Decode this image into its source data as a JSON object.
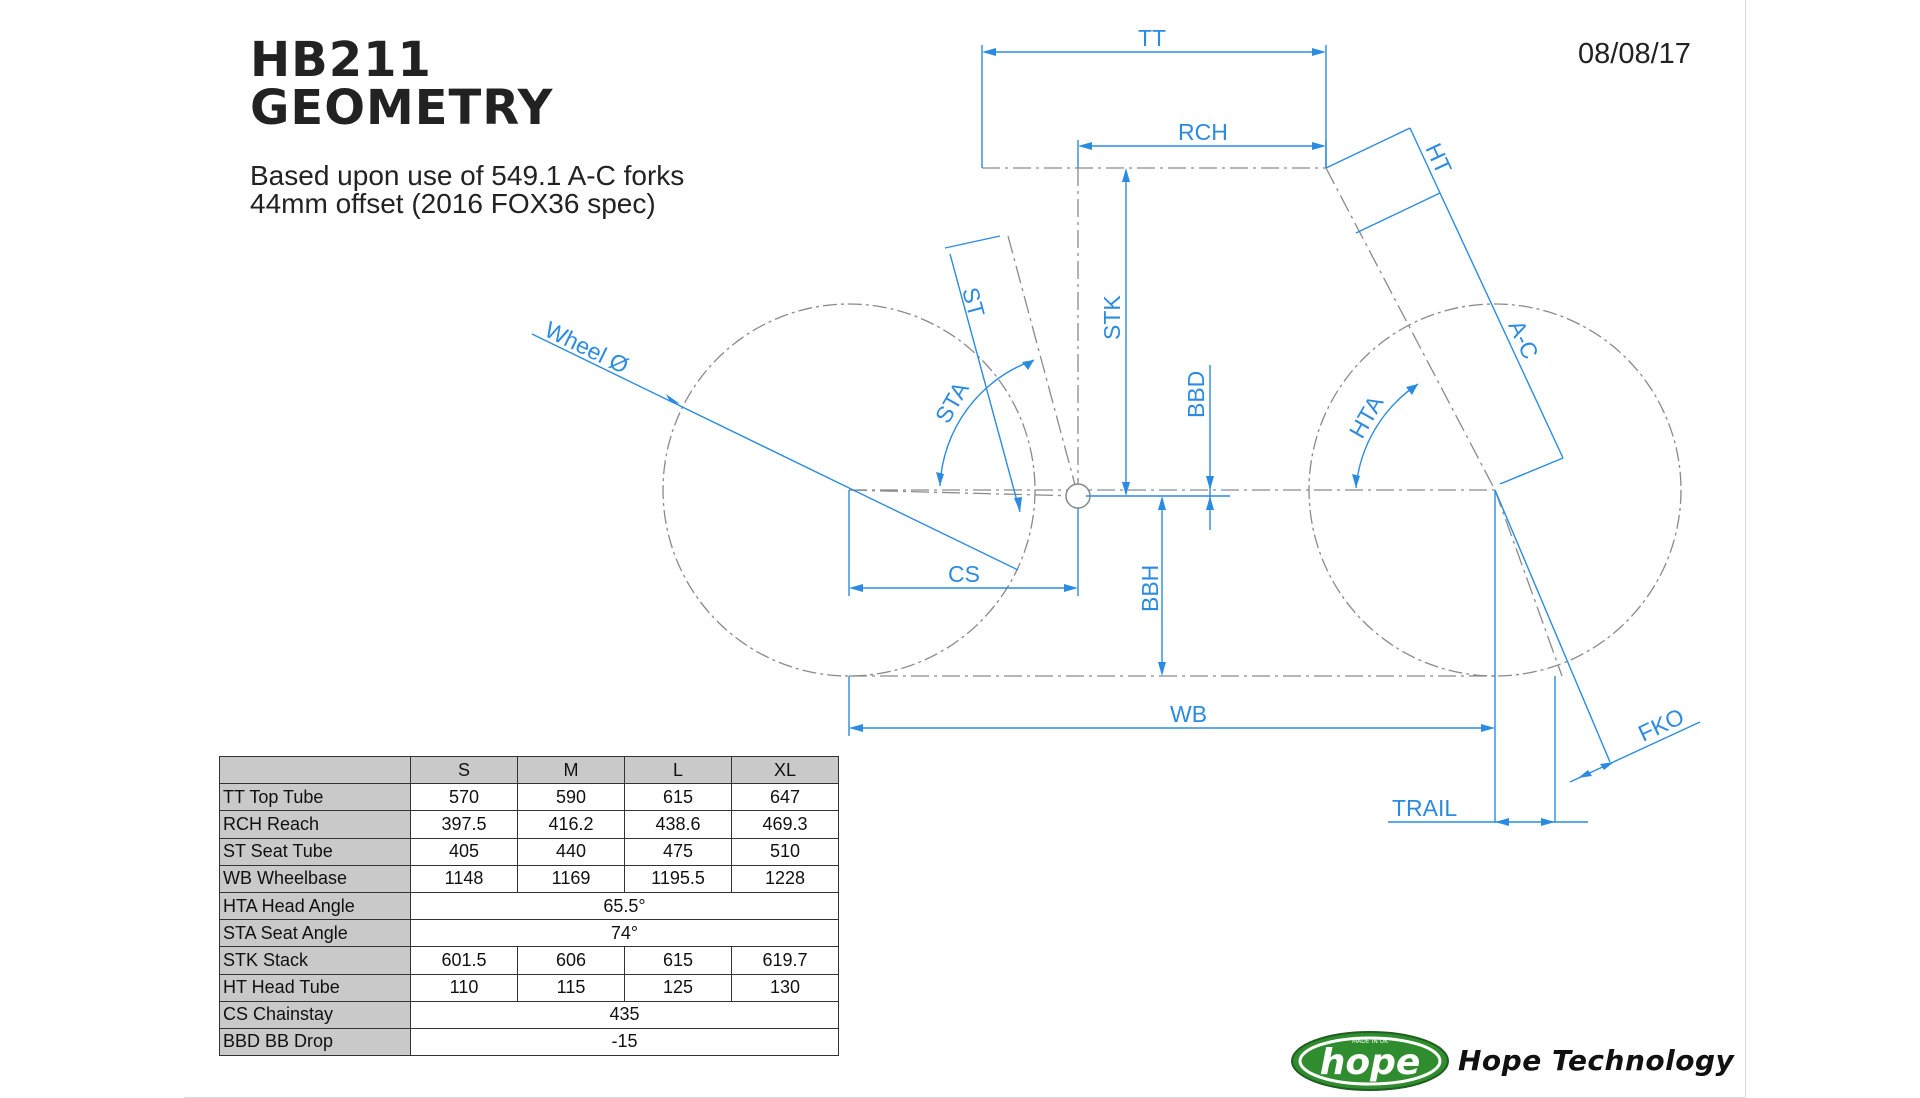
{
  "header": {
    "title_line1": "HB211",
    "title_line2": "GEOMETRY",
    "subtitle_line1": "Based upon use of 549.1 A-C forks",
    "subtitle_line2": "44mm offset (2016 FOX36 spec)",
    "date": "08/08/17"
  },
  "diagram_labels": {
    "tt": "TT",
    "rch": "RCH",
    "ht": "HT",
    "st": "ST",
    "stk": "STK",
    "sta": "STA",
    "bbd": "BBD",
    "hta": "HTA",
    "ac": "A-C",
    "wheel": "Wheel Ø",
    "cs": "CS",
    "bbh": "BBH",
    "wb": "WB",
    "fko": "FKO",
    "trail": "TRAIL"
  },
  "colors": {
    "dimension": "#2b8be0",
    "frame": "#8a8a8a",
    "header_fill": "#c9c9c9",
    "logo_green": "#2f8d2f"
  },
  "table": {
    "sizes": [
      "S",
      "M",
      "L",
      "XL"
    ],
    "rows": [
      {
        "label": "TT Top Tube",
        "values": [
          "570",
          "590",
          "615",
          "647"
        ]
      },
      {
        "label": "RCH Reach",
        "values": [
          "397.5",
          "416.2",
          "438.6",
          "469.3"
        ]
      },
      {
        "label": "ST Seat Tube",
        "values": [
          "405",
          "440",
          "475",
          "510"
        ]
      },
      {
        "label": "WB Wheelbase",
        "values": [
          "1148",
          "1169",
          "1195.5",
          "1228"
        ]
      },
      {
        "label": "HTA Head Angle",
        "span": "65.5°"
      },
      {
        "label": "STA Seat Angle",
        "span": "74°"
      },
      {
        "label": "STK Stack",
        "values": [
          "601.5",
          "606",
          "615",
          "619.7"
        ]
      },
      {
        "label": "HT Head Tube",
        "values": [
          "110",
          "115",
          "125",
          "130"
        ]
      },
      {
        "label": "CS Chainstay",
        "span": "435"
      },
      {
        "label": "BBD BB Drop",
        "span": "-15"
      }
    ]
  },
  "brand": {
    "logo_text": "hope",
    "logo_small": "MADE IN UK",
    "name": "Hope Technology"
  }
}
